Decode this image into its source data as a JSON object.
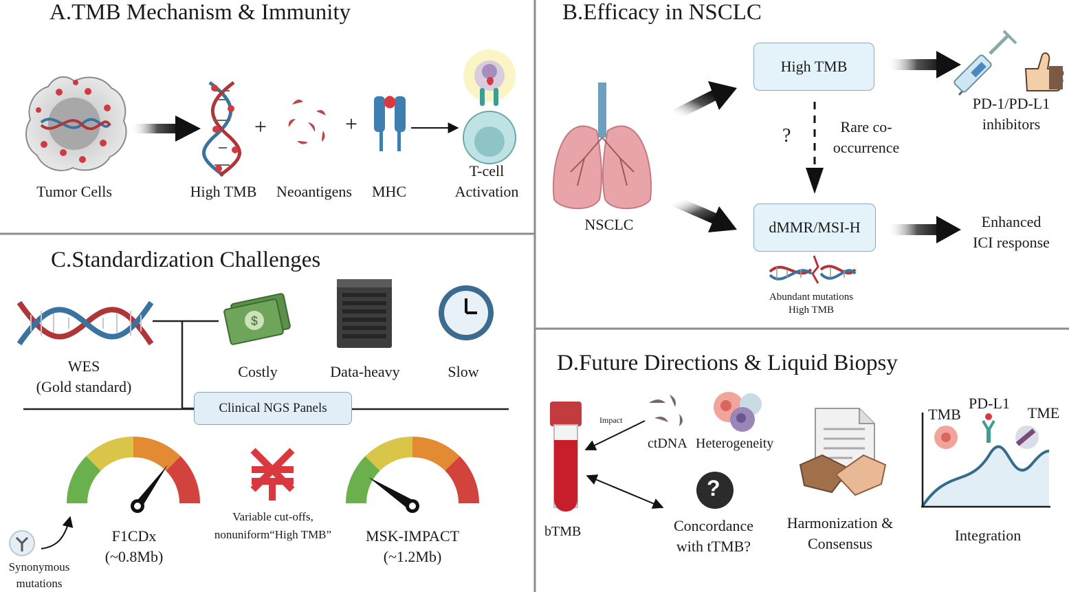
{
  "panel_a": {
    "title": "A.TMB Mechanism & Immunity",
    "tumor_cells": "Tumor Cells",
    "high_tmb": "High TMB",
    "neoantigens": "Neoantigens",
    "mhc": "MHC",
    "tcell": "T-cell",
    "activation": "Activation",
    "plus": "+"
  },
  "panel_b": {
    "title": "B.Efficacy in NSCLC",
    "nsclc": "NSCLC",
    "high_tmb": "High TMB",
    "dmmr": "dMMR/MSI-H",
    "question": "?",
    "rare_line1": "Rare co-",
    "rare_line2": "occurrence",
    "pd1_line1": "PD-1/PD-L1",
    "pd1_line2": "inhibitors",
    "enhanced_line1": "Enhanced",
    "enhanced_line2": "ICI response",
    "abundant_line1": "Abundant mutations",
    "abundant_line2": "High TMB"
  },
  "panel_c": {
    "title": "C.Standardization Challenges",
    "wes_line1": "WES",
    "wes_line2": "(Gold standard)",
    "costly": "Costly",
    "data_heavy": "Data-heavy",
    "slow": "Slow",
    "ngs": "Clinical NGS Panels",
    "f1_line1": "F1CDx",
    "f1_line2": "(~0.8Mb)",
    "variable_line1": "Variable cut-offs,",
    "variable_line2": "nonuniform“High TMB”",
    "msk_line1": "MSK-IMPACT",
    "msk_line2": "(~1.2Mb)",
    "syn_line1": "Synonymous",
    "syn_line2": "mutations"
  },
  "panel_d": {
    "title": "D.Future Directions & Liquid Biopsy",
    "impact": "Impact",
    "ctdna": "ctDNA",
    "heterogeneity": "Heterogeneity",
    "btmb": "bTMB",
    "concord_line1": "Concordance",
    "concord_line2": "with tTMB?",
    "harm_line1": "Harmonization &",
    "harm_line2": "Consensus",
    "integration": "Integration",
    "tmb": "TMB",
    "pdl1": "PD-L1",
    "tme": "TME",
    "qmark": "?"
  },
  "colors": {
    "divider": "#8c8c8c",
    "dna_red": "#b0353a",
    "dna_blue": "#3a73a0",
    "box_fill": "#e4f2fa",
    "gauge_green": "#6ab04c",
    "gauge_yellow": "#d9c548",
    "gauge_orange": "#e38b32",
    "gauge_red": "#d2433e"
  }
}
